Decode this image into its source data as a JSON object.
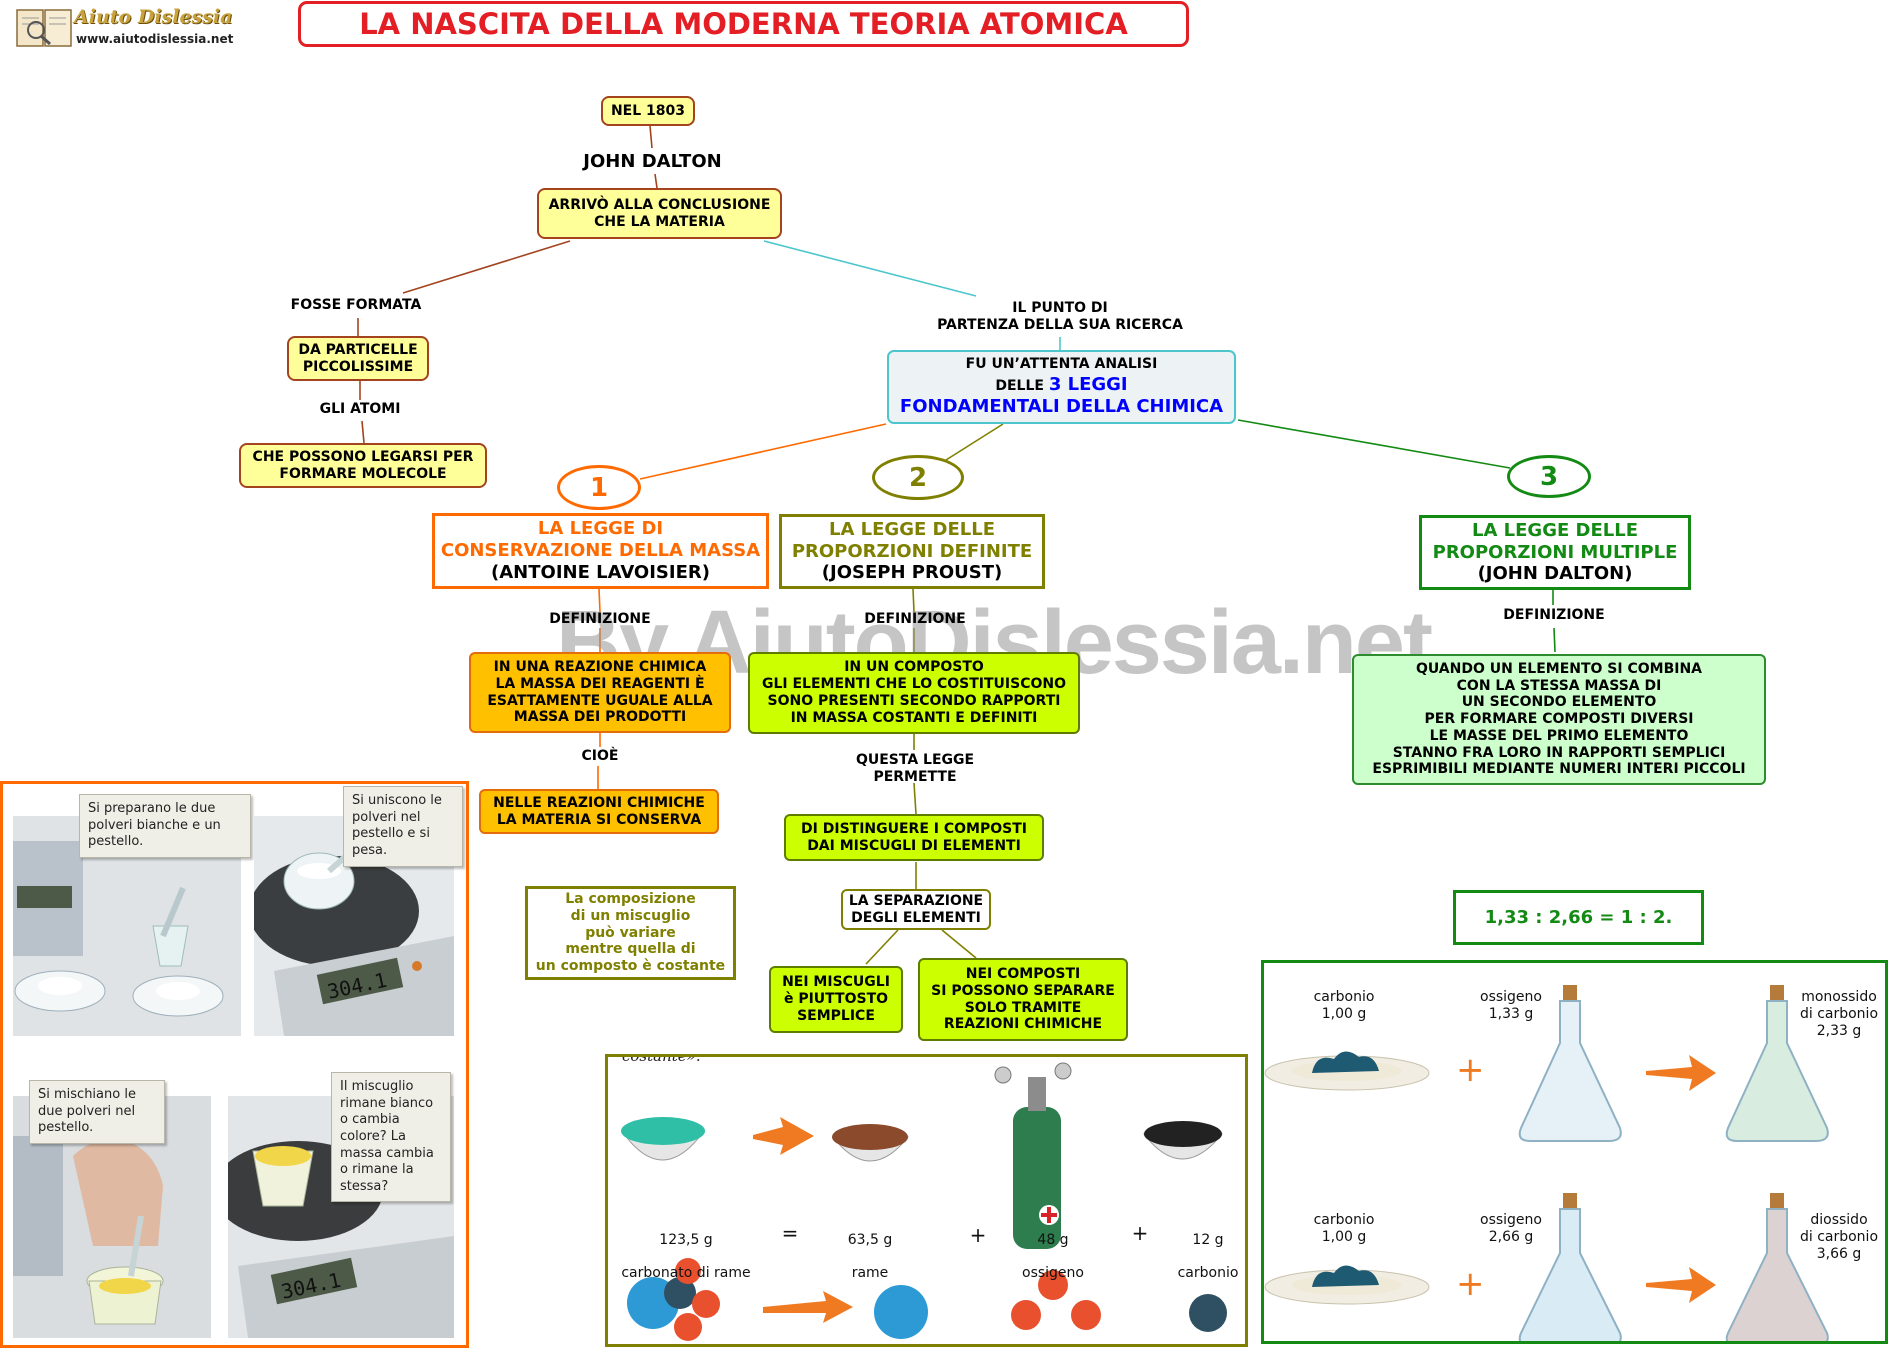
{
  "logo": {
    "brand": "Aiuto Dislessia",
    "url": "www.aiutodislessia.net"
  },
  "title": "LA NASCITA DELLA MODERNA TEORIA ATOMICA",
  "watermark": "By AiutoDislessia.net",
  "top": {
    "year": "NEL 1803",
    "person": "JOHN DALTON",
    "conclusion": "ARRIVÒ ALLA CONCLUSIONE\nCHE LA MATERIA"
  },
  "left_branch": {
    "link1": "FOSSE FORMATA",
    "particles": "DA PARTICELLE\nPICCOLISSIME",
    "link2": "GLI ATOMI",
    "molecules": "CHE POSSONO LEGARSI PER\nFORMARE MOLECOLE"
  },
  "right_branch": {
    "link": "IL PUNTO DI\nPARTENZA DELLA SUA RICERCA",
    "analysis_line1": "FU UN’ATTENTA ANALISI",
    "analysis_line2_pre": "DELLE ",
    "analysis_line2_hi": "3 LEGGI",
    "analysis_line3": "FONDAMENTALI DELLA CHIMICA"
  },
  "laws": [
    {
      "number": "1",
      "title": "LA LEGGE DI\nCONSERVAZIONE DELLA MASSA",
      "author": "(ANTOINE LAVOISIER)",
      "def_label": "DEFINIZIONE",
      "definition": "IN  UNA  REAZIONE  CHIMICA\nLA  MASSA  DEI  REAGENTI  È\nESATTAMENTE  UGUALE  ALLA\nMASSA DEI PRODOTTI",
      "link": "CIOÈ",
      "result": "NELLE REAZIONI CHIMICHE\nLA MATERIA SI CONSERVA"
    },
    {
      "number": "2",
      "title": "LA LEGGE DELLE\nPROPORZIONI DEFINITE",
      "author": "(JOSEPH PROUST)",
      "def_label": "DEFINIZIONE",
      "definition": "IN UN COMPOSTO\nGLI ELEMENTI CHE LO COSTITUISCONO\nSONO PRESENTI SECONDO RAPPORTI\nIN MASSA COSTANTI E DEFINITI",
      "link": "QUESTA LEGGE\nPERMETTE",
      "result": "DI DISTINGUERE I COMPOSTI\nDAI MISCUGLI DI ELEMENTI",
      "separation": "LA SEPARAZIONE\nDEGLI ELEMENTI",
      "mixtures": "NEI MISCUGLI\nè PIUTTOSTO\nSEMPLICE",
      "compounds": "NEI COMPOSTI\nSI POSSONO SEPARARE\nSOLO TRAMITE\nREAZIONI CHIMICHE",
      "note": "La composizione\ndi  un  miscuglio\npuò  variare\nmentre  quella  di\nun  composto  è costante"
    },
    {
      "number": "3",
      "title": "LA LEGGE DELLE\nPROPORZIONI MULTIPLE",
      "author": "(JOHN DALTON)",
      "def_label": "DEFINIZIONE",
      "definition": "QUANDO UN ELEMENTO SI COMBINA\nCON LA STESSA MASSA DI\nUN SECONDO ELEMENTO\nPER FORMARE COMPOSTI DIVERSI\nLE MASSE DEL PRIMO ELEMENTO\nSTANNO FRA LORO IN RAPPORTI SEMPLICI\nESPRIMIBILI MEDIANTE NUMERI INTERI PICCOLI",
      "ratio": "1,33 : 2,66 = 1 : 2."
    }
  ],
  "lavoisier_photos": [
    "Si preparano le due polveri bianche e un pestello.",
    "Si uniscono le polveri nel pestello e si pesa.",
    "Si mischiano le due polveri nel pestello.",
    "Il miscuglio rimane bianco o cambia colore? La massa cambia o rimane la stessa?"
  ],
  "scale_display": "304.1",
  "proust_panel": {
    "cut_text": "costante».",
    "items": [
      {
        "mass": "123,5 g",
        "name": "carbonato di rame"
      },
      {
        "mass": "63,5 g",
        "name": "rame"
      },
      {
        "mass": "48 g",
        "name": "ossigeno"
      },
      {
        "mass": "12 g",
        "name": "carbonio"
      }
    ],
    "equals": "=",
    "plus": "+"
  },
  "dalton_panel": {
    "rows": [
      {
        "carbon": "carbonio\n1,00 g",
        "oxygen": "ossigeno\n1,33 g",
        "product": "monossido\ndi carbonio\n2,33 g"
      },
      {
        "carbon": "carbonio\n1,00 g",
        "oxygen": "ossigeno\n2,66 g",
        "product": "diossido\ndi carbonio\n3,66 g"
      }
    ],
    "plus": "+"
  },
  "colors": {
    "title_red": "#e31e24",
    "law1": "#ff6a00",
    "law2": "#808000",
    "law3": "#138a13",
    "blue_highlight": "#0000ff",
    "box_teal": "#4cc6cc"
  }
}
